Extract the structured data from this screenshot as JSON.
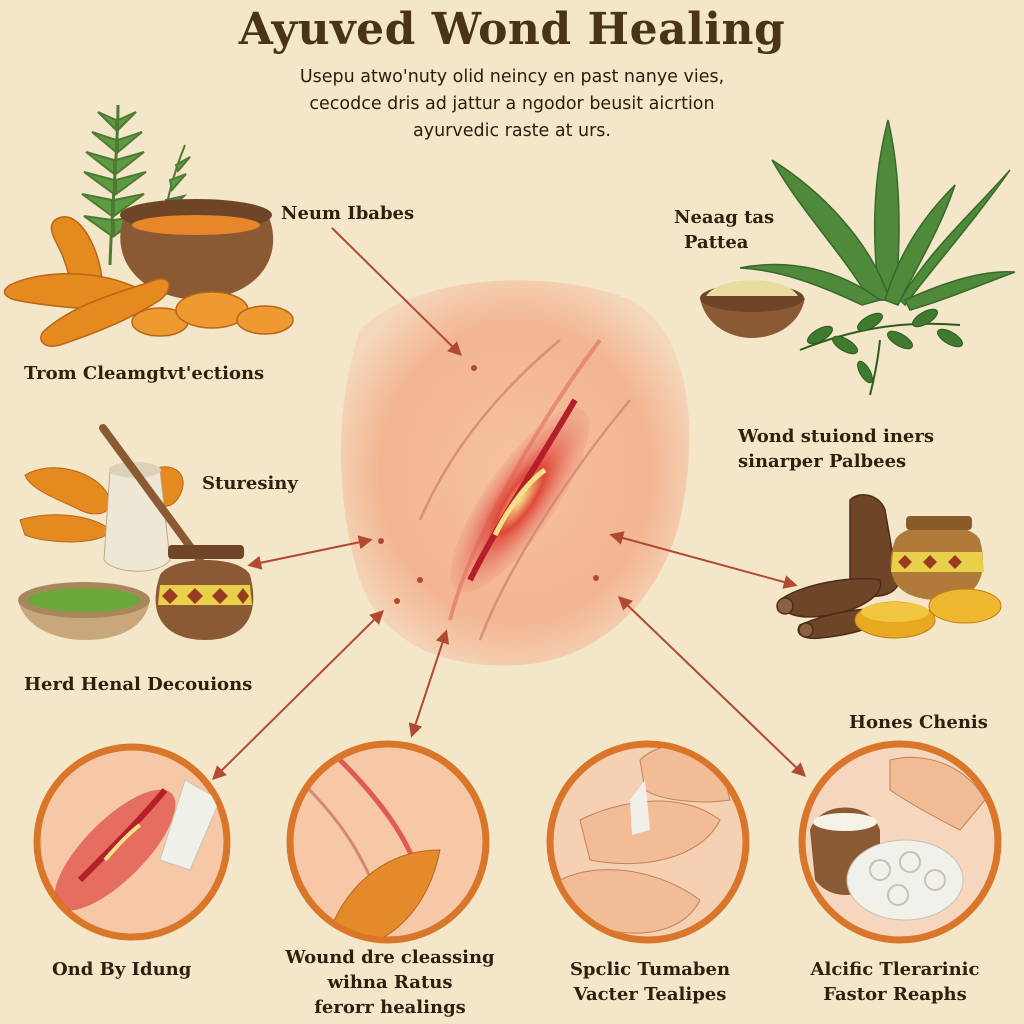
{
  "title": "Ayuved Wond Healing",
  "intro_lines": [
    "Usepu atwo'nuty olid neincy en past nanye vies,",
    "cecodce dris ad jattur a ngodor beusit aicrtion",
    "ayurvedic raste at urs."
  ],
  "labels": {
    "neum": "Neum Ibabes",
    "neaag": [
      "Neaag tas",
      "Pattea"
    ],
    "trom": "Trom Cleamgtvt'ections",
    "wond": [
      "Wond stuiond iners",
      "sinarper Palbees"
    ],
    "sturesiny": "Sturesiny",
    "herd": "Herd Henal Decouions",
    "hones": "Hones Chenis",
    "ond": "Ond By Idung",
    "wound": [
      "Wound dre cleassing",
      "wihna Ratus",
      "ferorr healings"
    ],
    "spclic": [
      "Spclic Tumaben",
      "Vacter Tealipes"
    ],
    "alcific": [
      "Alcific Tlerarinic",
      "Fastor Reaphs"
    ]
  },
  "icons": [
    "turmeric-root-icon",
    "fern-leaf-icon",
    "paste-pot-icon",
    "aloe-vera-icon",
    "herbal-powder-bowl-icon",
    "neem-leaf-icon",
    "mortar-pestle-icon",
    "green-paste-bowl-icon",
    "clay-pot-icon",
    "roots-bundle-icon",
    "ointment-pot-icon",
    "tablets-icon"
  ],
  "colors": {
    "background": "#f4e6c8",
    "title": "#4a3418",
    "arrow": "#b04a30",
    "circle_ring": "#d9762a",
    "wound": "#c8323a",
    "skin": "#f2b896",
    "turmeric": "#e58a1e",
    "leaf": "#4f8a3a"
  }
}
